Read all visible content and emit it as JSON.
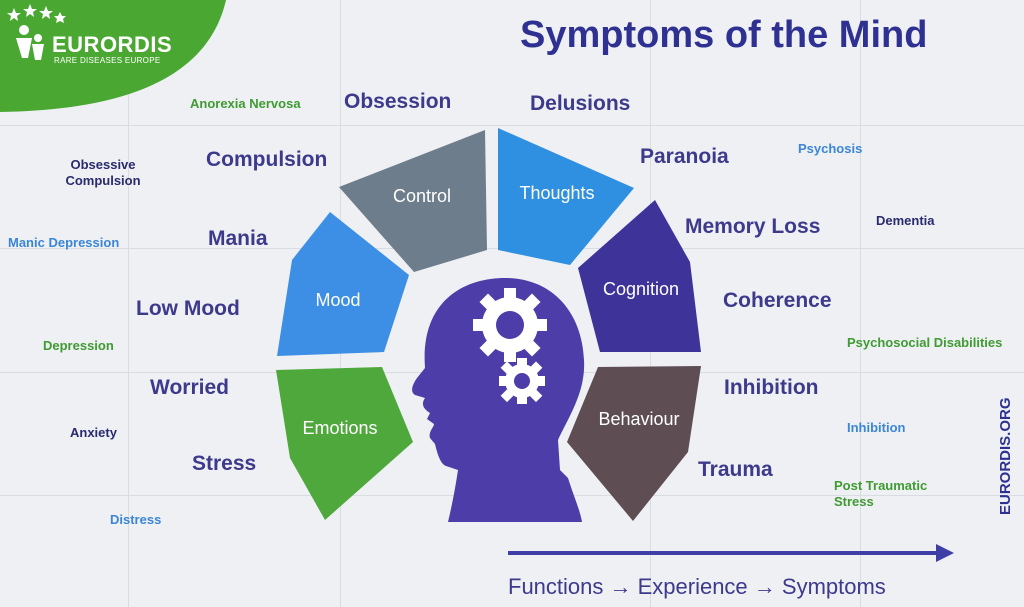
{
  "header": {
    "logo_name": "EURORDIS",
    "logo_tagline": "RARE DISEASES EUROPE",
    "title": "Symptoms of the Mind"
  },
  "segments": {
    "control": "Control",
    "thoughts": "Thoughts",
    "mood": "Mood",
    "cognition": "Cognition",
    "emotions": "Emotions",
    "behaviour": "Behaviour"
  },
  "terms": {
    "anorexia": "Anorexia Nervosa",
    "obsession": "Obsession",
    "delusions": "Delusions",
    "obsessive_compulsion": "Obsessive Compulsion",
    "compulsion": "Compulsion",
    "paranoia": "Paranoia",
    "psychosis": "Psychosis",
    "manic_depression": "Manic Depression",
    "mania": "Mania",
    "memory_loss": "Memory Loss",
    "dementia": "Dementia",
    "low_mood": "Low Mood",
    "coherence": "Coherence",
    "depression": "Depression",
    "psychosocial": "Psychosocial Disabilities",
    "worried": "Worried",
    "inhibition_major": "Inhibition",
    "anxiety": "Anxiety",
    "inhibition_minor": "Inhibition",
    "stress": "Stress",
    "trauma": "Trauma",
    "ptsd": "Post Traumatic Stress",
    "distress": "Distress"
  },
  "footer": {
    "side_url": "EURORDIS.ORG",
    "flow": "Functions → Experience → Symptoms"
  },
  "colors": {
    "control": "#6d7d8c",
    "thoughts": "#2f8fe0",
    "mood": "#3c8fe5",
    "cognition": "#3d3399",
    "emotions": "#4fa83c",
    "behaviour": "#5e4e54",
    "head": "#4d3da8",
    "title": "#2e3192",
    "logo": "#4aa832"
  },
  "icons": [
    "head-silhouette-icon",
    "gear-icon",
    "stars-icon",
    "people-icon"
  ]
}
